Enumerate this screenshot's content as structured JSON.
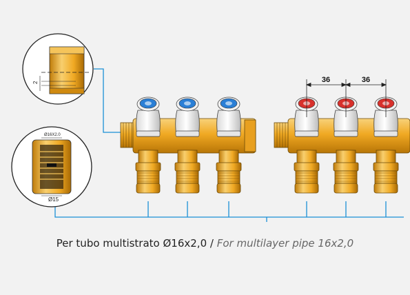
{
  "figure": {
    "dimension_left": "36",
    "dimension_right": "36",
    "detail_top_label": "2",
    "detail_bottom_top_label": "Ø16X2.0",
    "detail_bottom_bottom_label": "Ø15",
    "knob_colors": {
      "blue": "#2a7fd6",
      "red": "#d8312c"
    },
    "leader_color": "#1a8fd6"
  },
  "caption": {
    "italian": "Per tubo multistrato Ø16x2,0 / ",
    "english": "For multilayer pipe 16x2,0"
  }
}
